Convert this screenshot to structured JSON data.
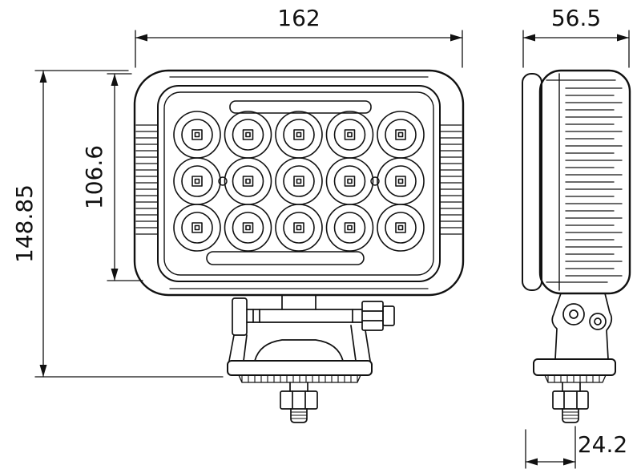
{
  "drawing": {
    "background": "#ffffff",
    "line_color": "#111111",
    "views": {
      "front": {
        "led_rows": 3,
        "led_columns": 5,
        "led_count": 15
      },
      "side": {}
    },
    "dimensions": {
      "width": {
        "value": "162"
      },
      "depth": {
        "value": "56.5"
      },
      "housing_height": {
        "value": "106.6"
      },
      "overall_height": {
        "value": "148.85"
      },
      "stud_offset": {
        "value": "24.2"
      }
    }
  }
}
